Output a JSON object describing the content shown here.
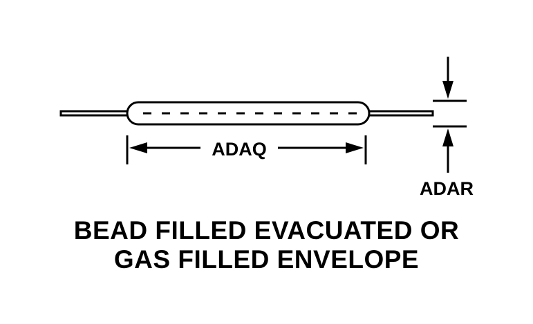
{
  "labels": {
    "length_dimension": "ADAQ",
    "diameter_dimension": "ADAR"
  },
  "caption": {
    "line1": "BEAD FILLED EVACUATED OR",
    "line2": "GAS FILLED ENVELOPE"
  },
  "colors": {
    "ink": "#000000",
    "background": "#ffffff"
  }
}
